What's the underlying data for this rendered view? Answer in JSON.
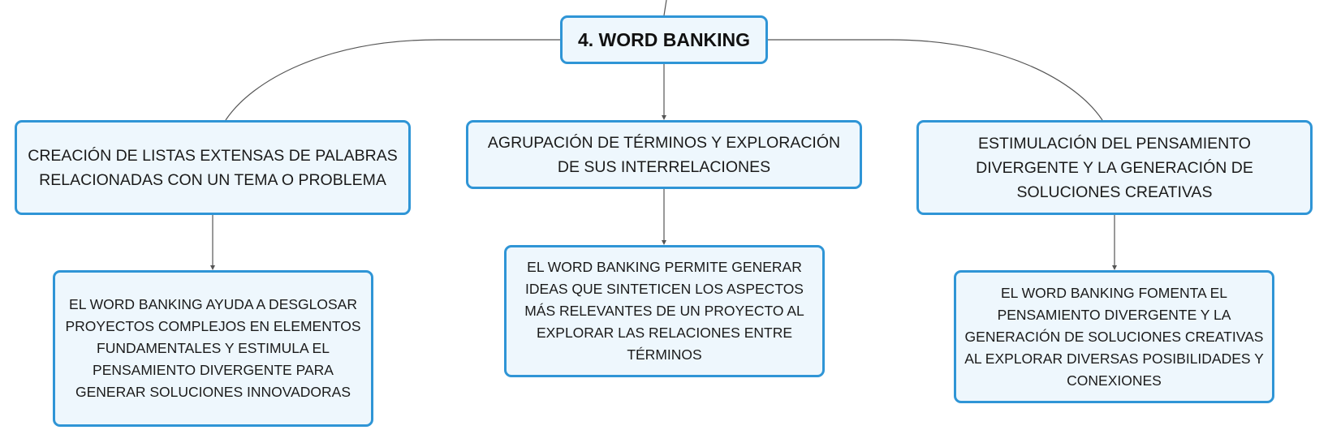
{
  "diagram": {
    "root": {
      "label": "4. WORD BANKING"
    },
    "branches": [
      {
        "label": "CREACIÓN DE LISTAS EXTENSAS DE PALABRAS RELACIONADAS CON UN TEMA O PROBLEMA",
        "detail": "EL WORD BANKING AYUDA A DESGLOSAR PROYECTOS COMPLEJOS EN ELEMENTOS FUNDAMENTALES Y ESTIMULA EL PENSAMIENTO DIVERGENTE PARA GENERAR SOLUCIONES INNOVADORAS"
      },
      {
        "label": "AGRUPACIÓN DE TÉRMINOS Y EXPLORACIÓN DE SUS INTERRELACIONES",
        "detail": "EL WORD BANKING PERMITE GENERAR IDEAS QUE SINTETICEN LOS ASPECTOS MÁS RELEVANTES DE UN PROYECTO AL EXPLORAR LAS RELACIONES ENTRE TÉRMINOS"
      },
      {
        "label": "ESTIMULACIÓN DEL PENSAMIENTO DIVERGENTE Y LA GENERACIÓN DE SOLUCIONES CREATIVAS",
        "detail": "EL WORD BANKING FOMENTA EL PENSAMIENTO DIVERGENTE Y LA GENERACIÓN DE SOLUCIONES CREATIVAS AL EXPLORAR DIVERSAS POSIBILIDADES Y CONEXIONES"
      }
    ]
  },
  "colors": {
    "node_border": "#2f95d6",
    "node_fill": "#eef7fd",
    "connector": "#555555",
    "text": "#1b1b1b"
  }
}
